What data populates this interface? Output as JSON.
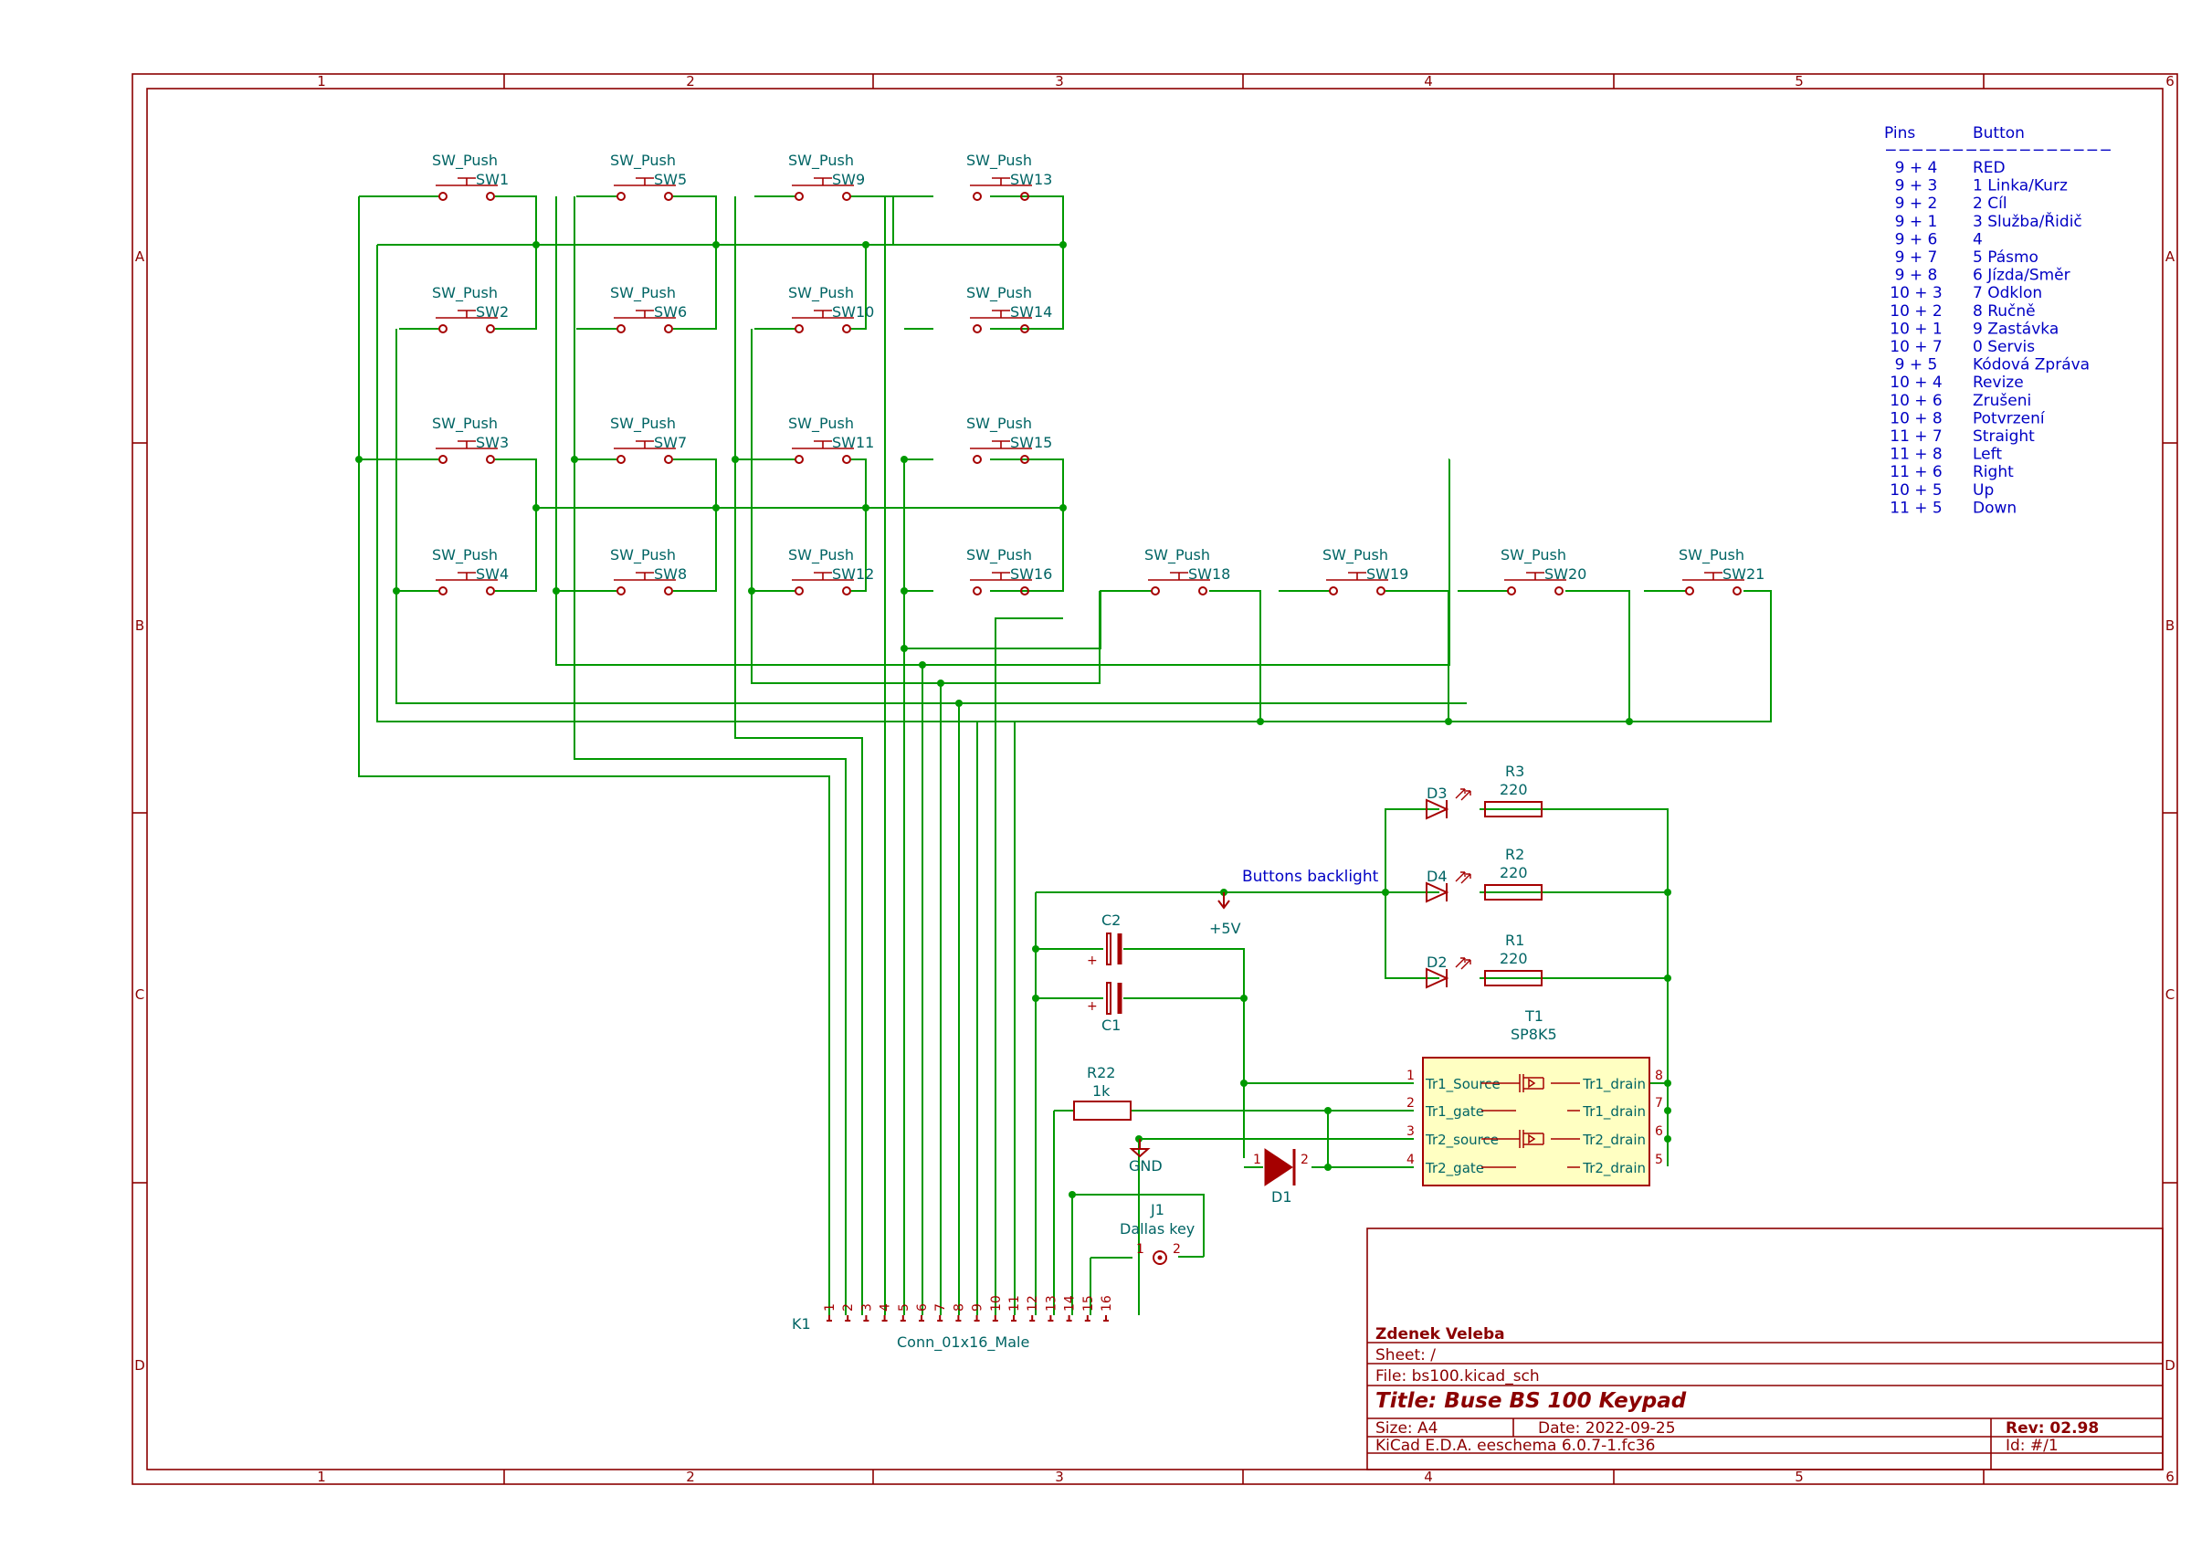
{
  "title_block": {
    "author": "Zdenek Veleba",
    "sheet": "Sheet: /",
    "file": "File: bs100.kicad_sch",
    "title": "Title: Buse BS 100 Keypad",
    "size": "Size: A4",
    "date": "Date: 2022-09-25",
    "rev": "Rev: 02.98",
    "tool": "KiCad E.D.A.  eeschema 6.0.7-1.fc36",
    "id": "Id: #/1"
  },
  "frame": {
    "columns": [
      "1",
      "2",
      "3",
      "4",
      "5",
      "6"
    ],
    "rows": [
      "A",
      "B",
      "C",
      "D"
    ]
  },
  "pin_table": {
    "header_pins": "Pins",
    "header_button": "Button",
    "separator": "-----------------",
    "rows": [
      [
        "9 + 4",
        "RED"
      ],
      [
        "9 + 3",
        "1 Linka/Kurz"
      ],
      [
        "9 + 2",
        "2 Cíl"
      ],
      [
        "9 + 1",
        "3 Služba/Řidič"
      ],
      [
        "9 + 6",
        "4"
      ],
      [
        "9 + 7",
        "5 Pásmo"
      ],
      [
        "9 + 8",
        "6 Jízda/Směr"
      ],
      [
        "10 + 3",
        "7 Odklon"
      ],
      [
        "10 + 2",
        "8 Ručně"
      ],
      [
        "10 + 1",
        "9 Zastávka"
      ],
      [
        "10 + 7",
        "0 Servis"
      ],
      [
        "9 + 5",
        "Kódová Zpráva"
      ],
      [
        "10 + 4",
        "Revize"
      ],
      [
        "10 + 6",
        "Zrušeni"
      ],
      [
        "10 + 8",
        "Potvrzení"
      ],
      [
        "11 + 7",
        "Straight"
      ],
      [
        "11 + 8",
        "Left"
      ],
      [
        "11 + 6",
        "Right"
      ],
      [
        "10 + 5",
        "Up"
      ],
      [
        "11 + 5",
        "Down"
      ]
    ]
  },
  "switch_value": "SW_Push",
  "switches": [
    "SW1",
    "SW2",
    "SW3",
    "SW4",
    "SW5",
    "SW6",
    "SW7",
    "SW8",
    "SW9",
    "SW10",
    "SW11",
    "SW12",
    "SW13",
    "SW14",
    "SW15",
    "SW16",
    "SW18",
    "SW19",
    "SW20",
    "SW21"
  ],
  "leds": [
    {
      "ref": "D3",
      "res": "R3",
      "value": "220"
    },
    {
      "ref": "D4",
      "res": "R2",
      "value": "220"
    },
    {
      "ref": "D2",
      "res": "R1",
      "value": "220"
    }
  ],
  "capacitors": [
    "C2",
    "C1"
  ],
  "power": {
    "vcc": "+5V",
    "gnd": "GND",
    "backlight_label": "Buttons backlight"
  },
  "transistor": {
    "ref": "T1",
    "value": "SP8K5",
    "pins_left": [
      {
        "num": "1",
        "name": "Tr1_Source"
      },
      {
        "num": "2",
        "name": "Tr1_gate"
      },
      {
        "num": "3",
        "name": "Tr2_source"
      },
      {
        "num": "4",
        "name": "Tr2_gate"
      }
    ],
    "pins_right": [
      {
        "num": "8",
        "name": "Tr1_drain"
      },
      {
        "num": "7",
        "name": "Tr1_drain"
      },
      {
        "num": "6",
        "name": "Tr2_drain"
      },
      {
        "num": "5",
        "name": "Tr2_drain"
      }
    ]
  },
  "resistor_r22": {
    "ref": "R22",
    "value": "1k"
  },
  "diode_d1": {
    "ref": "D1",
    "pin1": "1",
    "pin2": "2"
  },
  "dallas": {
    "ref": "J1",
    "value": "Dallas key",
    "pin1": "1",
    "pin2": "2"
  },
  "connector": {
    "ref": "K1",
    "value": "Conn_01x16_Male",
    "pins": [
      "1",
      "2",
      "3",
      "4",
      "5",
      "6",
      "7",
      "8",
      "9",
      "10",
      "11",
      "12",
      "13",
      "14",
      "15",
      "16"
    ]
  }
}
